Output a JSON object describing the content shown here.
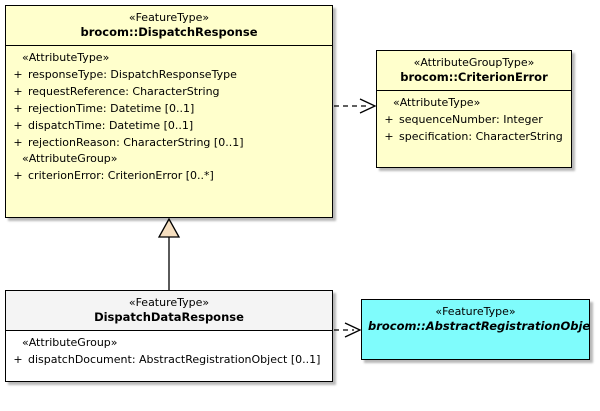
{
  "diagram": {
    "type": "uml-class-diagram",
    "background": "#ffffff",
    "colors": {
      "feature_type_fill": "#ffffcc",
      "attribute_group_type_fill": "#ffffcc",
      "subtype_header_fill": "#f4f4f4",
      "subtype_body_fill": "#ffffff",
      "abstract_type_fill": "#7ffcfc",
      "generalization_triangle_fill": "#f5debf",
      "line": "#000000"
    }
  },
  "classes": {
    "dispatch_response": {
      "stereotype": "«FeatureType»",
      "name": "brocom::DispatchResponse",
      "abstract": false,
      "sections": [
        {
          "group_label": "«AttributeType»",
          "attributes": [
            {
              "visibility": "+",
              "text": "responseType: DispatchResponseType"
            },
            {
              "visibility": "+",
              "text": "requestReference: CharacterString"
            },
            {
              "visibility": "+",
              "text": "rejectionTime: Datetime [0..1]"
            },
            {
              "visibility": "+",
              "text": "dispatchTime: Datetime [0..1]"
            },
            {
              "visibility": "+",
              "text": "rejectionReason: CharacterString [0..1]"
            }
          ]
        },
        {
          "group_label": "«AttributeGroup»",
          "attributes": [
            {
              "visibility": "+",
              "text": "criterionError: CriterionError [0..*]"
            }
          ]
        }
      ]
    },
    "criterion_error": {
      "stereotype": "«AttributeGroupType»",
      "name": "brocom::CriterionError",
      "abstract": false,
      "sections": [
        {
          "group_label": "«AttributeType»",
          "attributes": [
            {
              "visibility": "+",
              "text": "sequenceNumber: Integer"
            },
            {
              "visibility": "+",
              "text": "specification: CharacterString"
            }
          ]
        }
      ]
    },
    "dispatch_data_response": {
      "stereotype": "«FeatureType»",
      "name": "DispatchDataResponse",
      "abstract": false,
      "sections": [
        {
          "group_label": "«AttributeGroup»",
          "attributes": [
            {
              "visibility": "+",
              "text": "dispatchDocument: AbstractRegistrationObject [0..1]"
            }
          ]
        }
      ]
    },
    "abstract_registration_object": {
      "stereotype": "«FeatureType»",
      "name": "brocom::AbstractRegistrationObject",
      "abstract": true,
      "sections": []
    }
  },
  "relationships": [
    {
      "id": "rel-dispatchresponse-criterionerror",
      "kind": "dependency",
      "line_style": "dashed",
      "arrowhead": "open",
      "source": "dispatch_response",
      "target": "criterion_error",
      "label": ""
    },
    {
      "id": "rel-dispatchdataresponse-generalization",
      "kind": "generalization",
      "line_style": "solid",
      "arrowhead": "hollow-triangle",
      "source": "dispatch_data_response",
      "target": "dispatch_response",
      "label": ""
    },
    {
      "id": "rel-dispatchdataresponse-abstractregistrationobject",
      "kind": "dependency",
      "line_style": "dashed",
      "arrowhead": "open",
      "source": "dispatch_data_response",
      "target": "abstract_registration_object",
      "label": ""
    }
  ]
}
